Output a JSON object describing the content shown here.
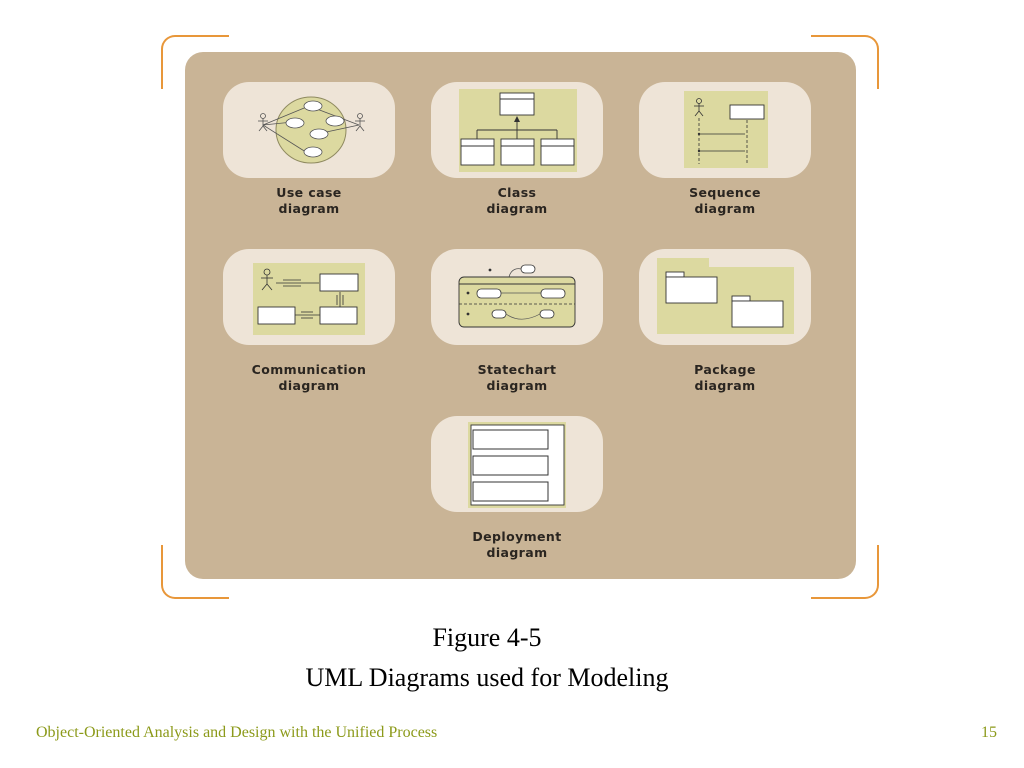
{
  "diagrams": [
    {
      "line1": "Use case",
      "line2": "diagram"
    },
    {
      "line1": "Class",
      "line2": "diagram"
    },
    {
      "line1": "Sequence",
      "line2": "diagram"
    },
    {
      "line1": "Communication",
      "line2": "diagram"
    },
    {
      "line1": "Statechart",
      "line2": "diagram"
    },
    {
      "line1": "Package",
      "line2": "diagram"
    },
    {
      "line1": "Deployment",
      "line2": "diagram"
    }
  ],
  "figure": {
    "number": "Figure 4-5",
    "title": "UML Diagrams used for Modeling"
  },
  "footer": {
    "course": "Object-Oriented Analysis and Design with the Unified Process",
    "page": "15"
  },
  "colors": {
    "panel": "#c9b496",
    "tile": "#eee4d7",
    "diagram_fill": "#dcd9a0",
    "accent": "#e8973a",
    "footer_text": "#8c9a1a"
  }
}
